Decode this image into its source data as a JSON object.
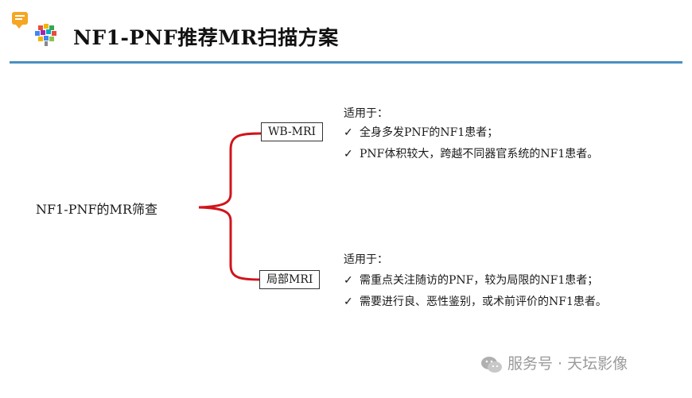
{
  "header": {
    "title": "NF1-PNF推荐MR扫描方案"
  },
  "diagram": {
    "root_label": "NF1-PNF的MR筛查",
    "branches": [
      {
        "label": "WB-MRI",
        "heading": "适用于：",
        "items": [
          "全身多发PNF的NF1患者；",
          "PNF体积较大，跨越不同器官系统的NF1患者。"
        ]
      },
      {
        "label": "局部MRI",
        "heading": "适用于：",
        "items": [
          "需重点关注随访的PNF，较为局限的NF1患者；",
          "需要进行良、恶性鉴别，或术前评价的NF1患者。"
        ]
      }
    ],
    "check_mark": "✓",
    "brace_color": "#d0141b"
  },
  "watermark": {
    "text": "服务号 · 天坛影像"
  },
  "icons": [
    "chat-icon",
    "brain-icon",
    "wechat-icon"
  ]
}
